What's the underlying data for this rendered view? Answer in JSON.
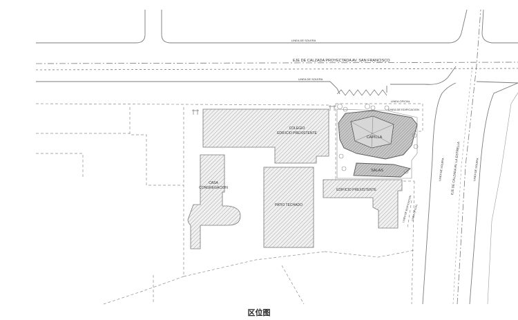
{
  "labels": {
    "linea_solera_top": "LINEA DE SOLERA",
    "eje_san_francisco": "EJE DE CALZADA PROYECTADA AV. SAN FRANCISCO",
    "linea_solera_mid": "LINEA DE SOLERA",
    "linea_oficial": "LINEA OFICIAL",
    "linea_edificacion": "LINEA DE EDIFICACION",
    "colegio_1": "COLEGIO",
    "colegio_2": "EDIFICIO PREXISTENTE",
    "capilla": "CAPILLA",
    "salas": "SALAS",
    "casa_1": "CASA",
    "casa_2": "CONGREGACION",
    "patio": "PATIO TECHADO",
    "edificio_prexistente": "EDIFICIO PREXISTENTE",
    "linea_edificacion_v": "LINEA DE EDIFICACION",
    "linea_oficial_v": "LINEA OFICIAL",
    "linea_solera_r1": "LINEA DE SOLERA",
    "eje_estrella": "EJE DE CALZADA AV. LA ESTRELLA",
    "linea_solera_r2": "LINEA DE SOLERA"
  },
  "caption": "区位图",
  "colors": {
    "line": "#6f6f6f",
    "hatch": "#9a9a9a",
    "building_fill": "#f1f1f1",
    "chapel_fill": "#cfcfcf"
  }
}
